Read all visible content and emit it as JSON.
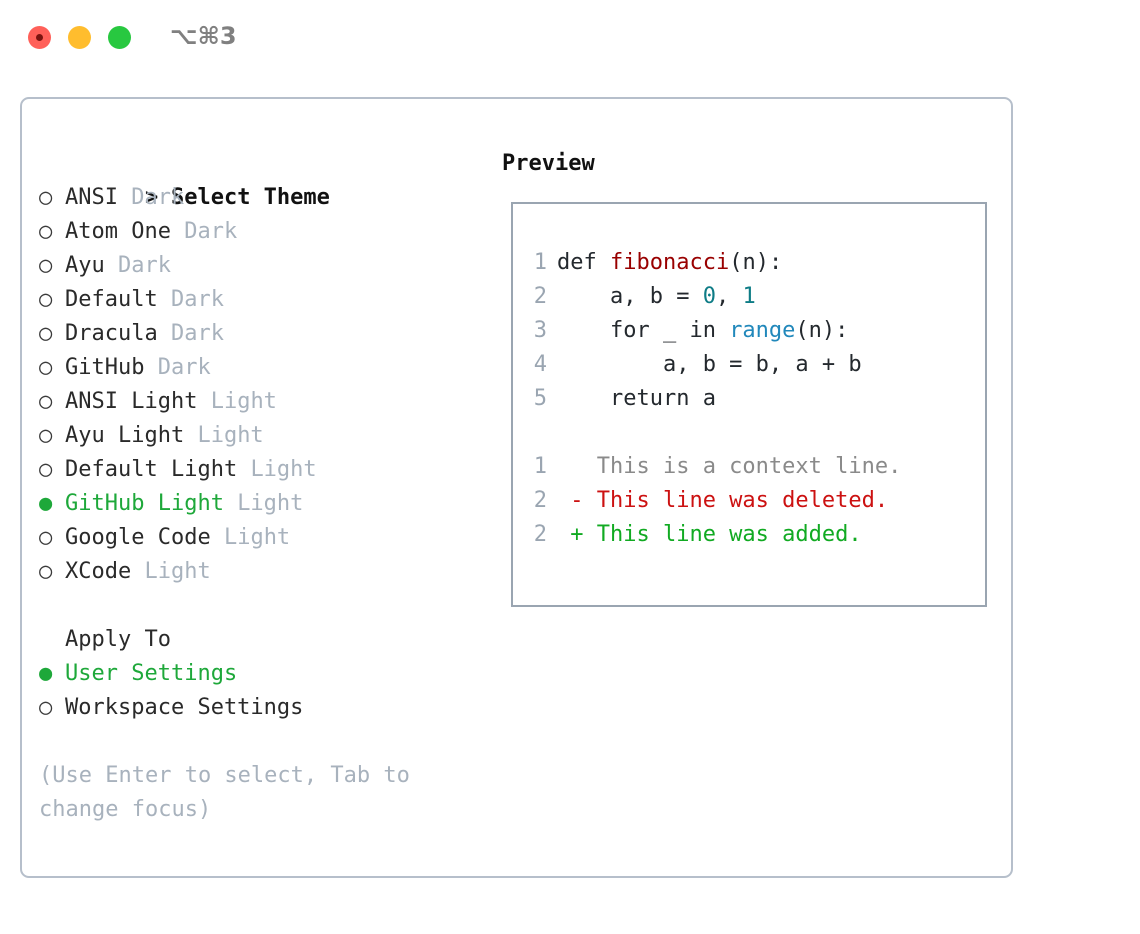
{
  "titlebar": {
    "shortcut": "⌥⌘3",
    "buttons": [
      {
        "name": "close",
        "color": "#ff6059"
      },
      {
        "name": "minimize",
        "color": "#ffbd2e"
      },
      {
        "name": "maximize",
        "color": "#28c840"
      }
    ]
  },
  "theme_picker": {
    "header": {
      "marker": ">",
      "label": "Select Theme"
    },
    "items": [
      {
        "marker": "○",
        "name": "ANSI",
        "tag": "Dark",
        "selected": false
      },
      {
        "marker": "○",
        "name": "Atom One",
        "tag": "Dark",
        "selected": false
      },
      {
        "marker": "○",
        "name": "Ayu",
        "tag": "Dark",
        "selected": false
      },
      {
        "marker": "○",
        "name": "Default",
        "tag": "Dark",
        "selected": false
      },
      {
        "marker": "○",
        "name": "Dracula",
        "tag": "Dark",
        "selected": false
      },
      {
        "marker": "○",
        "name": "GitHub",
        "tag": "Dark",
        "selected": false
      },
      {
        "marker": "○",
        "name": "ANSI Light",
        "tag": "Light",
        "selected": false
      },
      {
        "marker": "○",
        "name": "Ayu Light",
        "tag": "Light",
        "selected": false
      },
      {
        "marker": "○",
        "name": "Default Light",
        "tag": "Light",
        "selected": false
      },
      {
        "marker": "●",
        "name": "GitHub Light",
        "tag": "Light",
        "selected": true
      },
      {
        "marker": "○",
        "name": "Google Code",
        "tag": "Light",
        "selected": false
      },
      {
        "marker": "○",
        "name": "XCode",
        "tag": "Light",
        "selected": false
      }
    ]
  },
  "apply_to": {
    "header": "Apply To",
    "options": [
      {
        "marker": "●",
        "label": "User Settings",
        "selected": true
      },
      {
        "marker": "○",
        "label": "Workspace Settings",
        "selected": false
      }
    ]
  },
  "hint": "(Use Enter to select, Tab to change focus)",
  "preview": {
    "title": "Preview",
    "code_lines": [
      {
        "num": "1",
        "tokens": [
          {
            "text": "def ",
            "cls": "tok-plain"
          },
          {
            "text": "fibonacci",
            "cls": "tok-func"
          },
          {
            "text": "(n):",
            "cls": "tok-plain"
          }
        ]
      },
      {
        "num": "2",
        "tokens": [
          {
            "text": "    a, b = ",
            "cls": "tok-plain"
          },
          {
            "text": "0",
            "cls": "tok-num"
          },
          {
            "text": ", ",
            "cls": "tok-plain"
          },
          {
            "text": "1",
            "cls": "tok-num"
          }
        ]
      },
      {
        "num": "3",
        "tokens": [
          {
            "text": "    for _ in ",
            "cls": "tok-plain"
          },
          {
            "text": "range",
            "cls": "tok-builtin"
          },
          {
            "text": "(n):",
            "cls": "tok-plain"
          }
        ]
      },
      {
        "num": "4",
        "tokens": [
          {
            "text": "        a, b = b, a + b",
            "cls": "tok-plain"
          }
        ]
      },
      {
        "num": "5",
        "tokens": [
          {
            "text": "    return a",
            "cls": "tok-plain"
          }
        ]
      }
    ],
    "diff_lines": [
      {
        "num": "1",
        "tokens": [
          {
            "text": "   This is a context line.",
            "cls": "tok-ctx"
          }
        ]
      },
      {
        "num": "2",
        "tokens": [
          {
            "text": " - This line was deleted.",
            "cls": "tok-del"
          }
        ]
      },
      {
        "num": "2",
        "tokens": [
          {
            "text": " + This line was added.",
            "cls": "tok-add"
          }
        ]
      }
    ]
  },
  "colors": {
    "accent_green": "#1ea83a",
    "tag_gray": "#a8b2bd",
    "border": "#b6bfcb",
    "preview_border": "#9aa5b1",
    "keyword": "#24292e",
    "function": "#990000",
    "number": "#0e7c86",
    "builtin": "#2188bb",
    "diff_context": "#8a8a8a",
    "diff_deleted": "#cc1111",
    "diff_added": "#11aa22"
  }
}
